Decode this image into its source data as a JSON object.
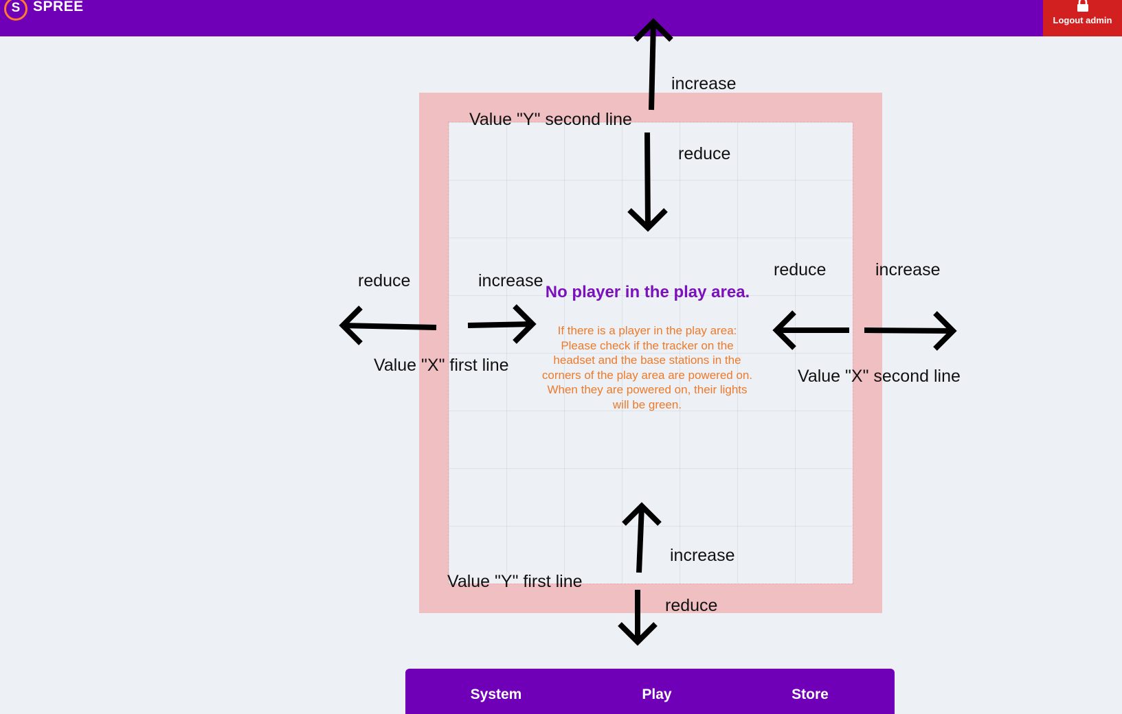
{
  "header": {
    "logo_letter": "S",
    "logo_text": "SPREE",
    "logout_label": "Logout admin",
    "brand_color": "#7000b8",
    "logout_color": "#d22021"
  },
  "status": {
    "title": "No player in the play area.",
    "info_lines": [
      "If there is a player in the play area:",
      "Please check if the tracker on the",
      "headset and the base stations in the",
      "corners of the play area are powered on.",
      "When they are powered on, their lights",
      "will be green."
    ]
  },
  "annotations": {
    "y_second_line": "Value \"Y\" second line",
    "y_first_line": "Value \"Y\" first line",
    "x_first_line": "Value \"X\" first line",
    "x_second_line": "Value \"X\" second line",
    "top_increase": "increase",
    "top_reduce": "reduce",
    "left_reduce": "reduce",
    "left_increase": "increase",
    "right_reduce": "reduce",
    "right_increase": "increase",
    "bottom_increase": "increase",
    "bottom_reduce": "reduce"
  },
  "nav": {
    "items": [
      {
        "label": "System"
      },
      {
        "label": "Play"
      },
      {
        "label": "Store"
      }
    ]
  },
  "icons": {
    "logout": "lock-icon",
    "annotation": "arrow-icon"
  }
}
